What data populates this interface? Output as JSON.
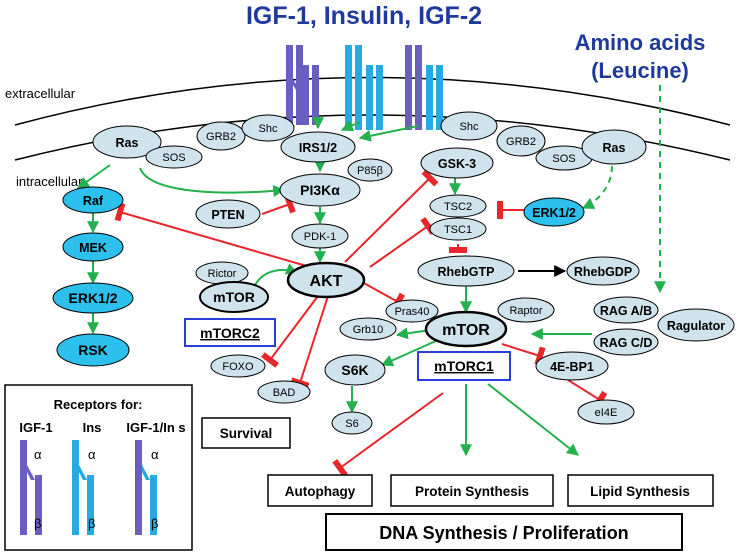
{
  "ligands": {
    "growth_factors": "IGF-1, Insulin, IGF-2",
    "amino_acids_line1": "Amino acids",
    "amino_acids_line2": "(Leucine)"
  },
  "regions": {
    "extracellular": "extracellular",
    "intracellular": "intracellular"
  },
  "nodes": {
    "ras_left": "Ras",
    "sos_left": "SOS",
    "grb2_left": "GRB2",
    "shc_left": "Shc",
    "irs": "IRS1/2",
    "p85": "P85β",
    "shc_right": "Shc",
    "grb2_right": "GRB2",
    "sos_right": "SOS",
    "ras_right": "Ras",
    "raf": "Raf",
    "mek": "MEK",
    "erk_left": "ERK1/2",
    "rsk": "RSK",
    "pi3k": "PI3Kα",
    "pten": "PTEN",
    "pdk1": "PDK-1",
    "akt": "AKT",
    "rictor": "Rictor",
    "mtor_c2": "mTOR",
    "foxo": "FOXO",
    "bad": "BAD",
    "gsk3": "GSK-3",
    "tsc2": "TSC2",
    "tsc1": "TSC1",
    "erk_right": "ERK1/2",
    "rheb_gtp": "RhebGTP",
    "rheb_gdp": "RhebGDP",
    "pras40": "Pras40",
    "raptor": "Raptor",
    "mtor_c1": "mTOR",
    "grb10": "Grb10",
    "s6k": "S6K",
    "s6": "S6",
    "ebp1": "4E-BP1",
    "eif4e": "eI4E",
    "rag_ab": "RAG A/B",
    "rag_cd": "RAG C/D",
    "ragulator": "Ragulator"
  },
  "complexes": {
    "mtorc2": "mTORC2",
    "mtorc1": "mTORC1"
  },
  "outcomes": {
    "survival": "Survival",
    "autophagy": "Autophagy",
    "protein_synthesis": "Protein Synthesis",
    "lipid_synthesis": "Lipid Synthesis",
    "dna_synthesis": "DNA Synthesis / Proliferation"
  },
  "legend": {
    "title": "Receptors for:",
    "labels": [
      "IGF-1",
      "Ins",
      "IGF-1/In s"
    ],
    "alpha": "α",
    "beta": "β"
  },
  "colors": {
    "node_fill": "#cfe3ec",
    "erk_branch_fill": "#2ec0ec",
    "activation_arrow": "#22b14c",
    "inhibition": "#e8262c",
    "ligand_text": "#1f3a9a",
    "complex_box": "#2a3fd6",
    "igf1_receptor": "#6a5fc1",
    "insulin_receptor": "#27a9e1"
  }
}
